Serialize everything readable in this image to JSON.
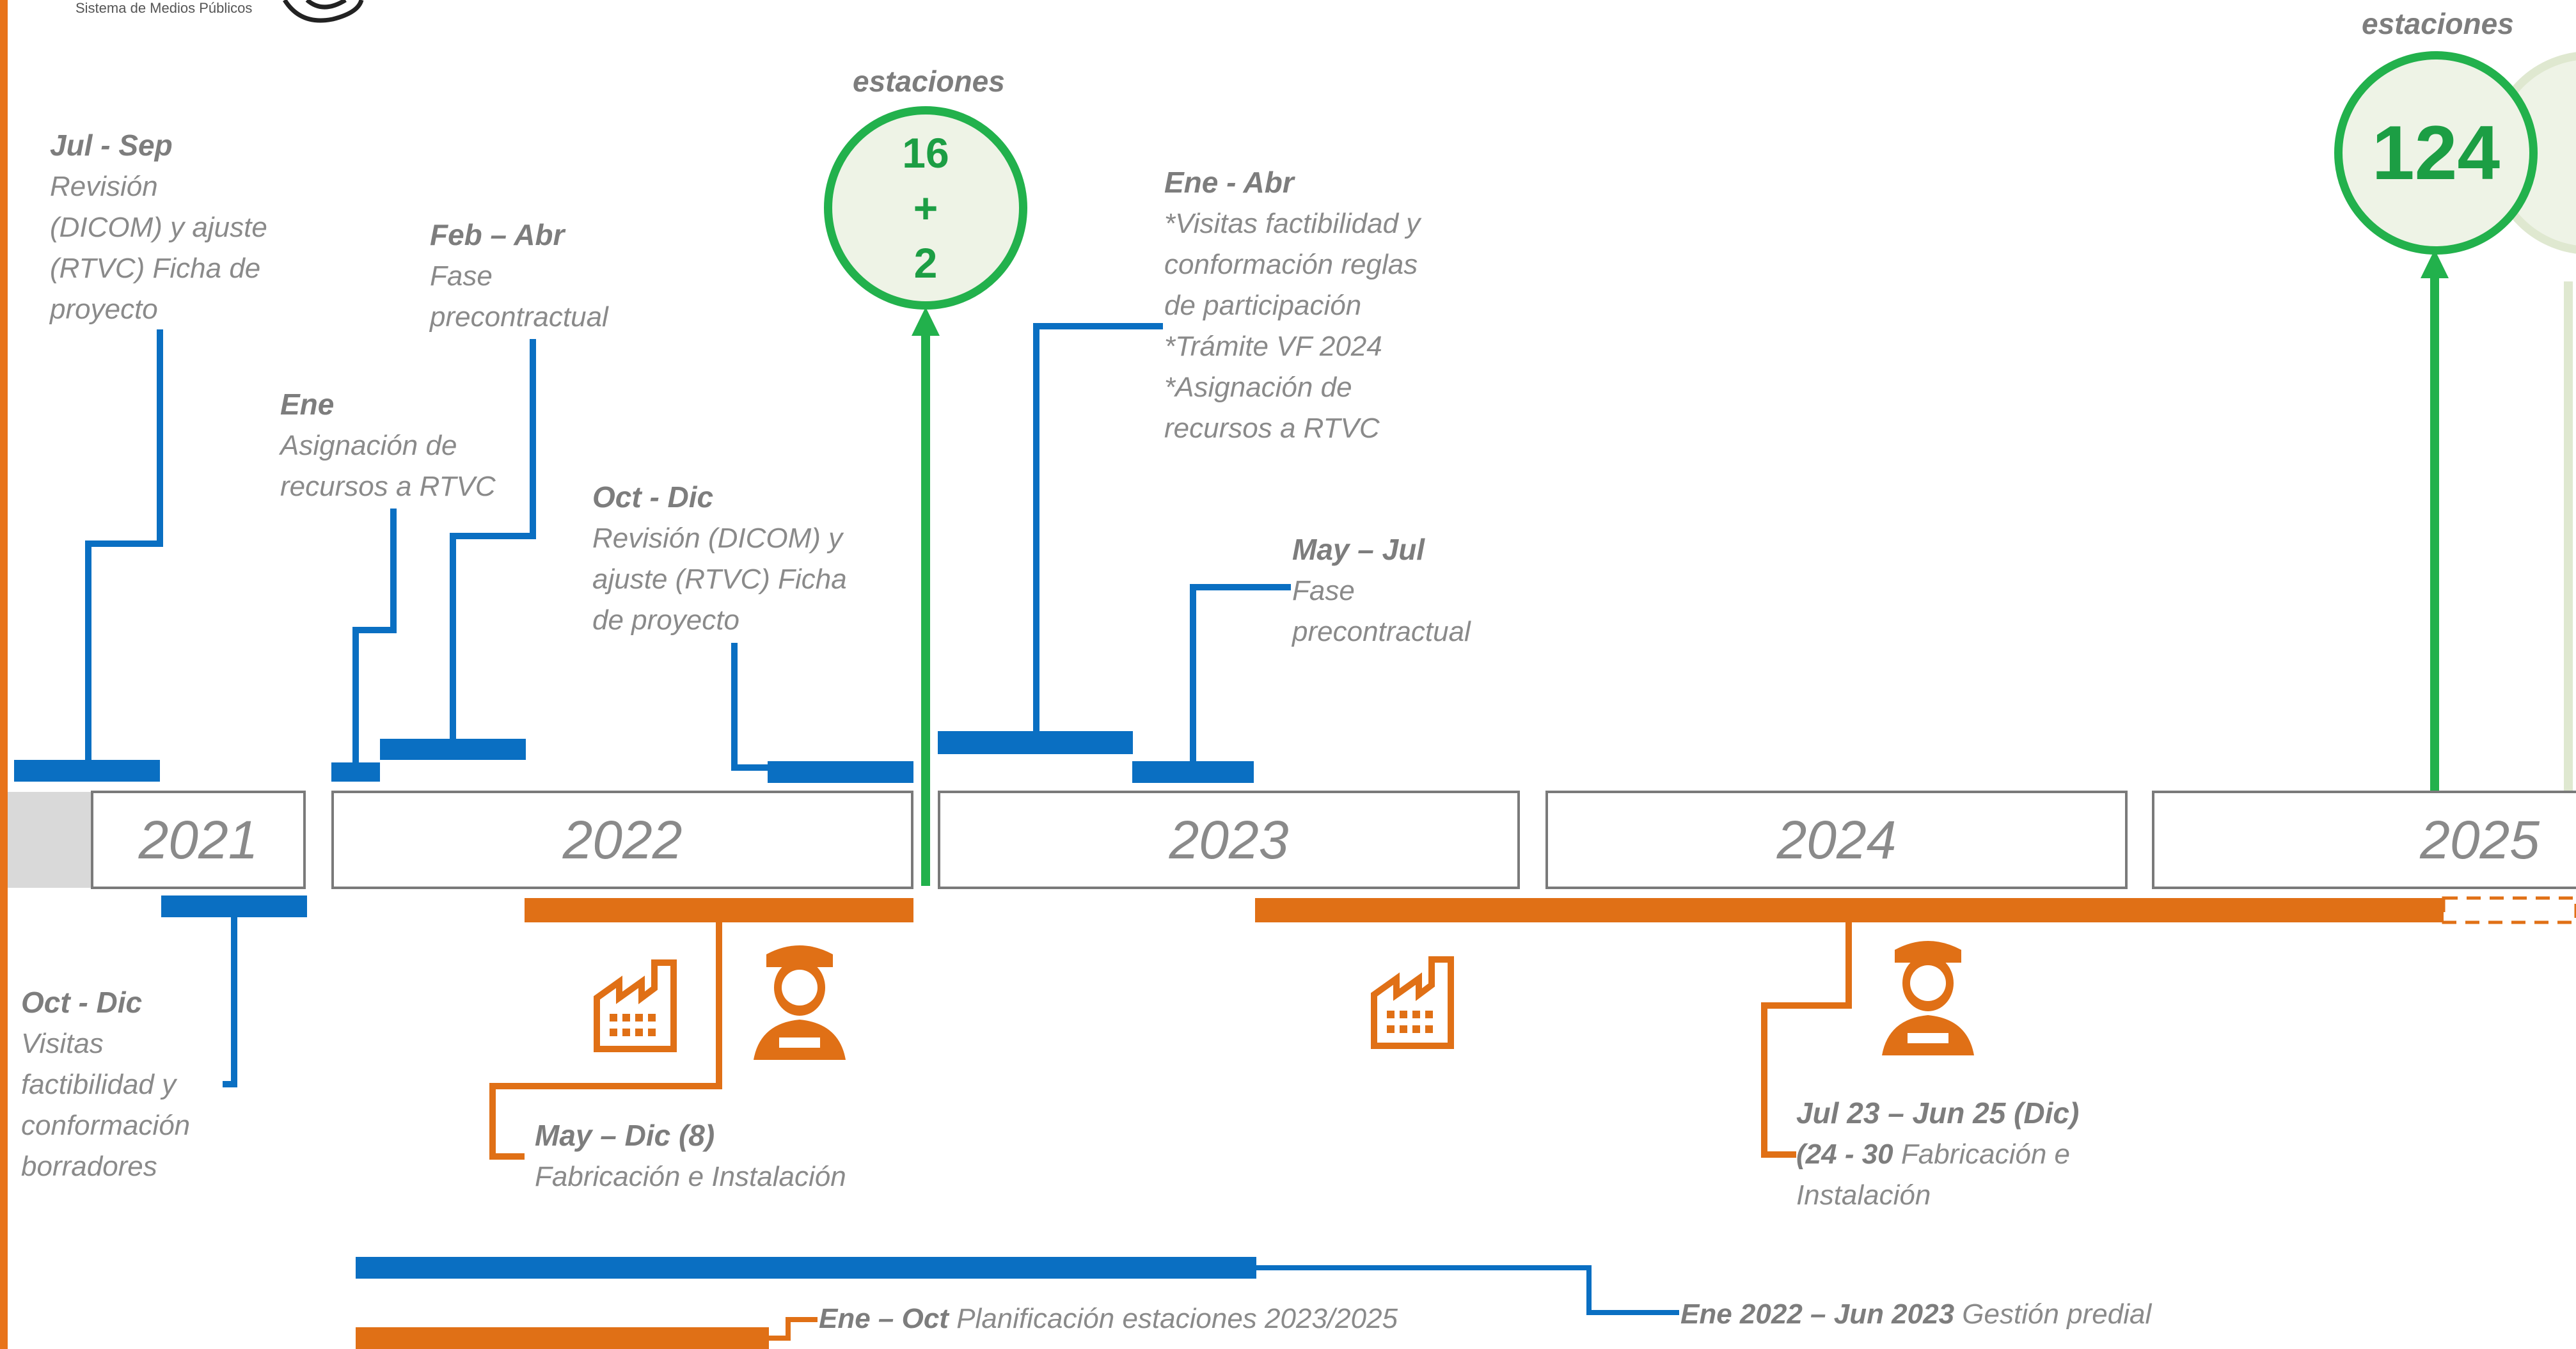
{
  "logo": {
    "text": "Sistema de Medios Públicos"
  },
  "years": [
    "2021",
    "2022",
    "2023",
    "2024",
    "2025"
  ],
  "milestones": [
    {
      "label": "estaciones",
      "value": "16\n+\n2"
    },
    {
      "label": "estaciones",
      "value": "124"
    }
  ],
  "notes_top": [
    {
      "head": "Jul - Sep",
      "body": "Revisión\n(DICOM) y ajuste\n(RTVC) Ficha de\nproyecto"
    },
    {
      "head": "Ene",
      "body": "Asignación de\nrecursos a RTVC"
    },
    {
      "head": "Feb – Abr",
      "body": "Fase\nprecontractual"
    },
    {
      "head": "Oct - Dic",
      "body": "Revisión (DICOM) y\najuste (RTVC) Ficha\nde proyecto"
    },
    {
      "head": "Ene - Abr",
      "body": "*Visitas factibilidad y\nconformación reglas\nde participación\n*Trámite VF 2024\n*Asignación de\nrecursos a RTVC"
    },
    {
      "head": "May – Jul",
      "body": "Fase\nprecontractual"
    }
  ],
  "notes_bottom": [
    {
      "head": "Oct - Dic",
      "body": "Visitas\nfactibilidad y\nconformación\nborradores"
    },
    {
      "head": "May – Dic (8)",
      "body": "Fabricación e Instalación"
    },
    {
      "head": "Jul 23 – Jun 25 (Dic)",
      "head2": "(24 - 30",
      "body": " Fabricación e\nInstalación"
    },
    {
      "head": "Ene – Oct",
      "body": " Planificación estaciones 2023/2025"
    },
    {
      "head": "Ene 2022 – Jun 2023",
      "body": " Gestión predial"
    }
  ],
  "icons": [
    "factory-icon",
    "technician-icon",
    "factory-icon",
    "technician-icon"
  ],
  "colors": {
    "blue": "#0a6fc2",
    "orange": "#e07016",
    "green": "#22b14c",
    "gray": "#7a7a7a",
    "accent_left": "#e8731a"
  }
}
